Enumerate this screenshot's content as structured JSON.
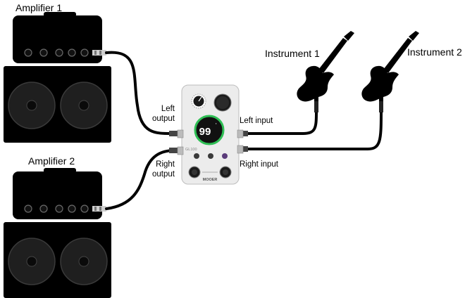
{
  "labels": {
    "amplifier_1": "Amplifier 1",
    "amplifier_2": "Amplifier 2",
    "instrument_1": "Instrument 1",
    "instrument_2": "Instrument 2",
    "left_output_line1": "Left",
    "left_output_line2": "output",
    "right_output_line1": "Right",
    "right_output_line2": "output",
    "left_input": "Left input",
    "right_input": "Right input"
  },
  "pedal": {
    "display_value": "99",
    "model": "GL100",
    "brand": "MOOER"
  },
  "icons": {
    "amplifier": "amplifier-icon",
    "guitar": "electric-guitar-icon",
    "pedal": "effects-pedal-icon",
    "cable": "instrument-cable-icon"
  },
  "colors": {
    "amp_body": "#000000",
    "speaker_grille": "#1f1f1f",
    "speaker_cone": "#333333",
    "pedal_body": "#e9e9e9",
    "display_ring": "#2fbf55",
    "cable": "#000000",
    "text": "#000000"
  }
}
